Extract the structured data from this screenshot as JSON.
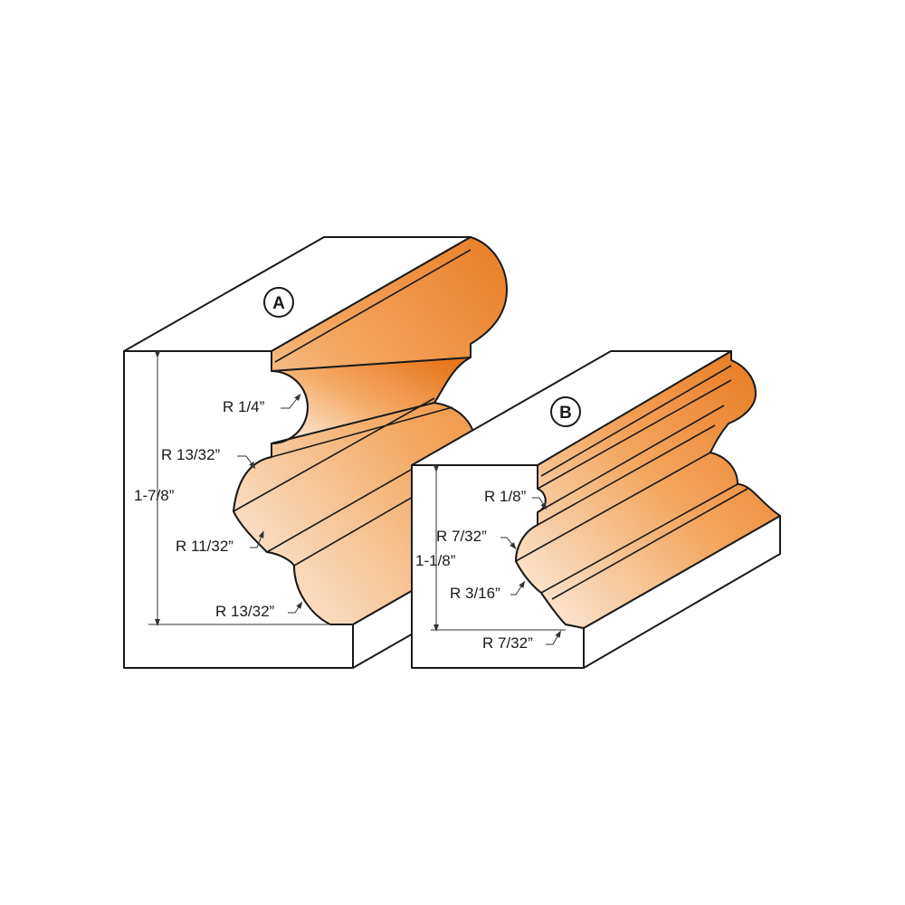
{
  "colors": {
    "orange_dark": "#e8761a",
    "orange_light": "#fdf0e3",
    "outline": "#1a1a1a",
    "background": "#ffffff"
  },
  "profile_a": {
    "badge": "A",
    "height_label": "1-7/8”",
    "radii": [
      "R 1/4”",
      "R 13/32”",
      "R 11/32”",
      "R 13/32”"
    ]
  },
  "profile_b": {
    "badge": "B",
    "height_label": "1-1/8”",
    "radii": [
      "R 1/8”",
      "R 7/32”",
      "R 3/16”",
      "R 7/32”"
    ]
  }
}
